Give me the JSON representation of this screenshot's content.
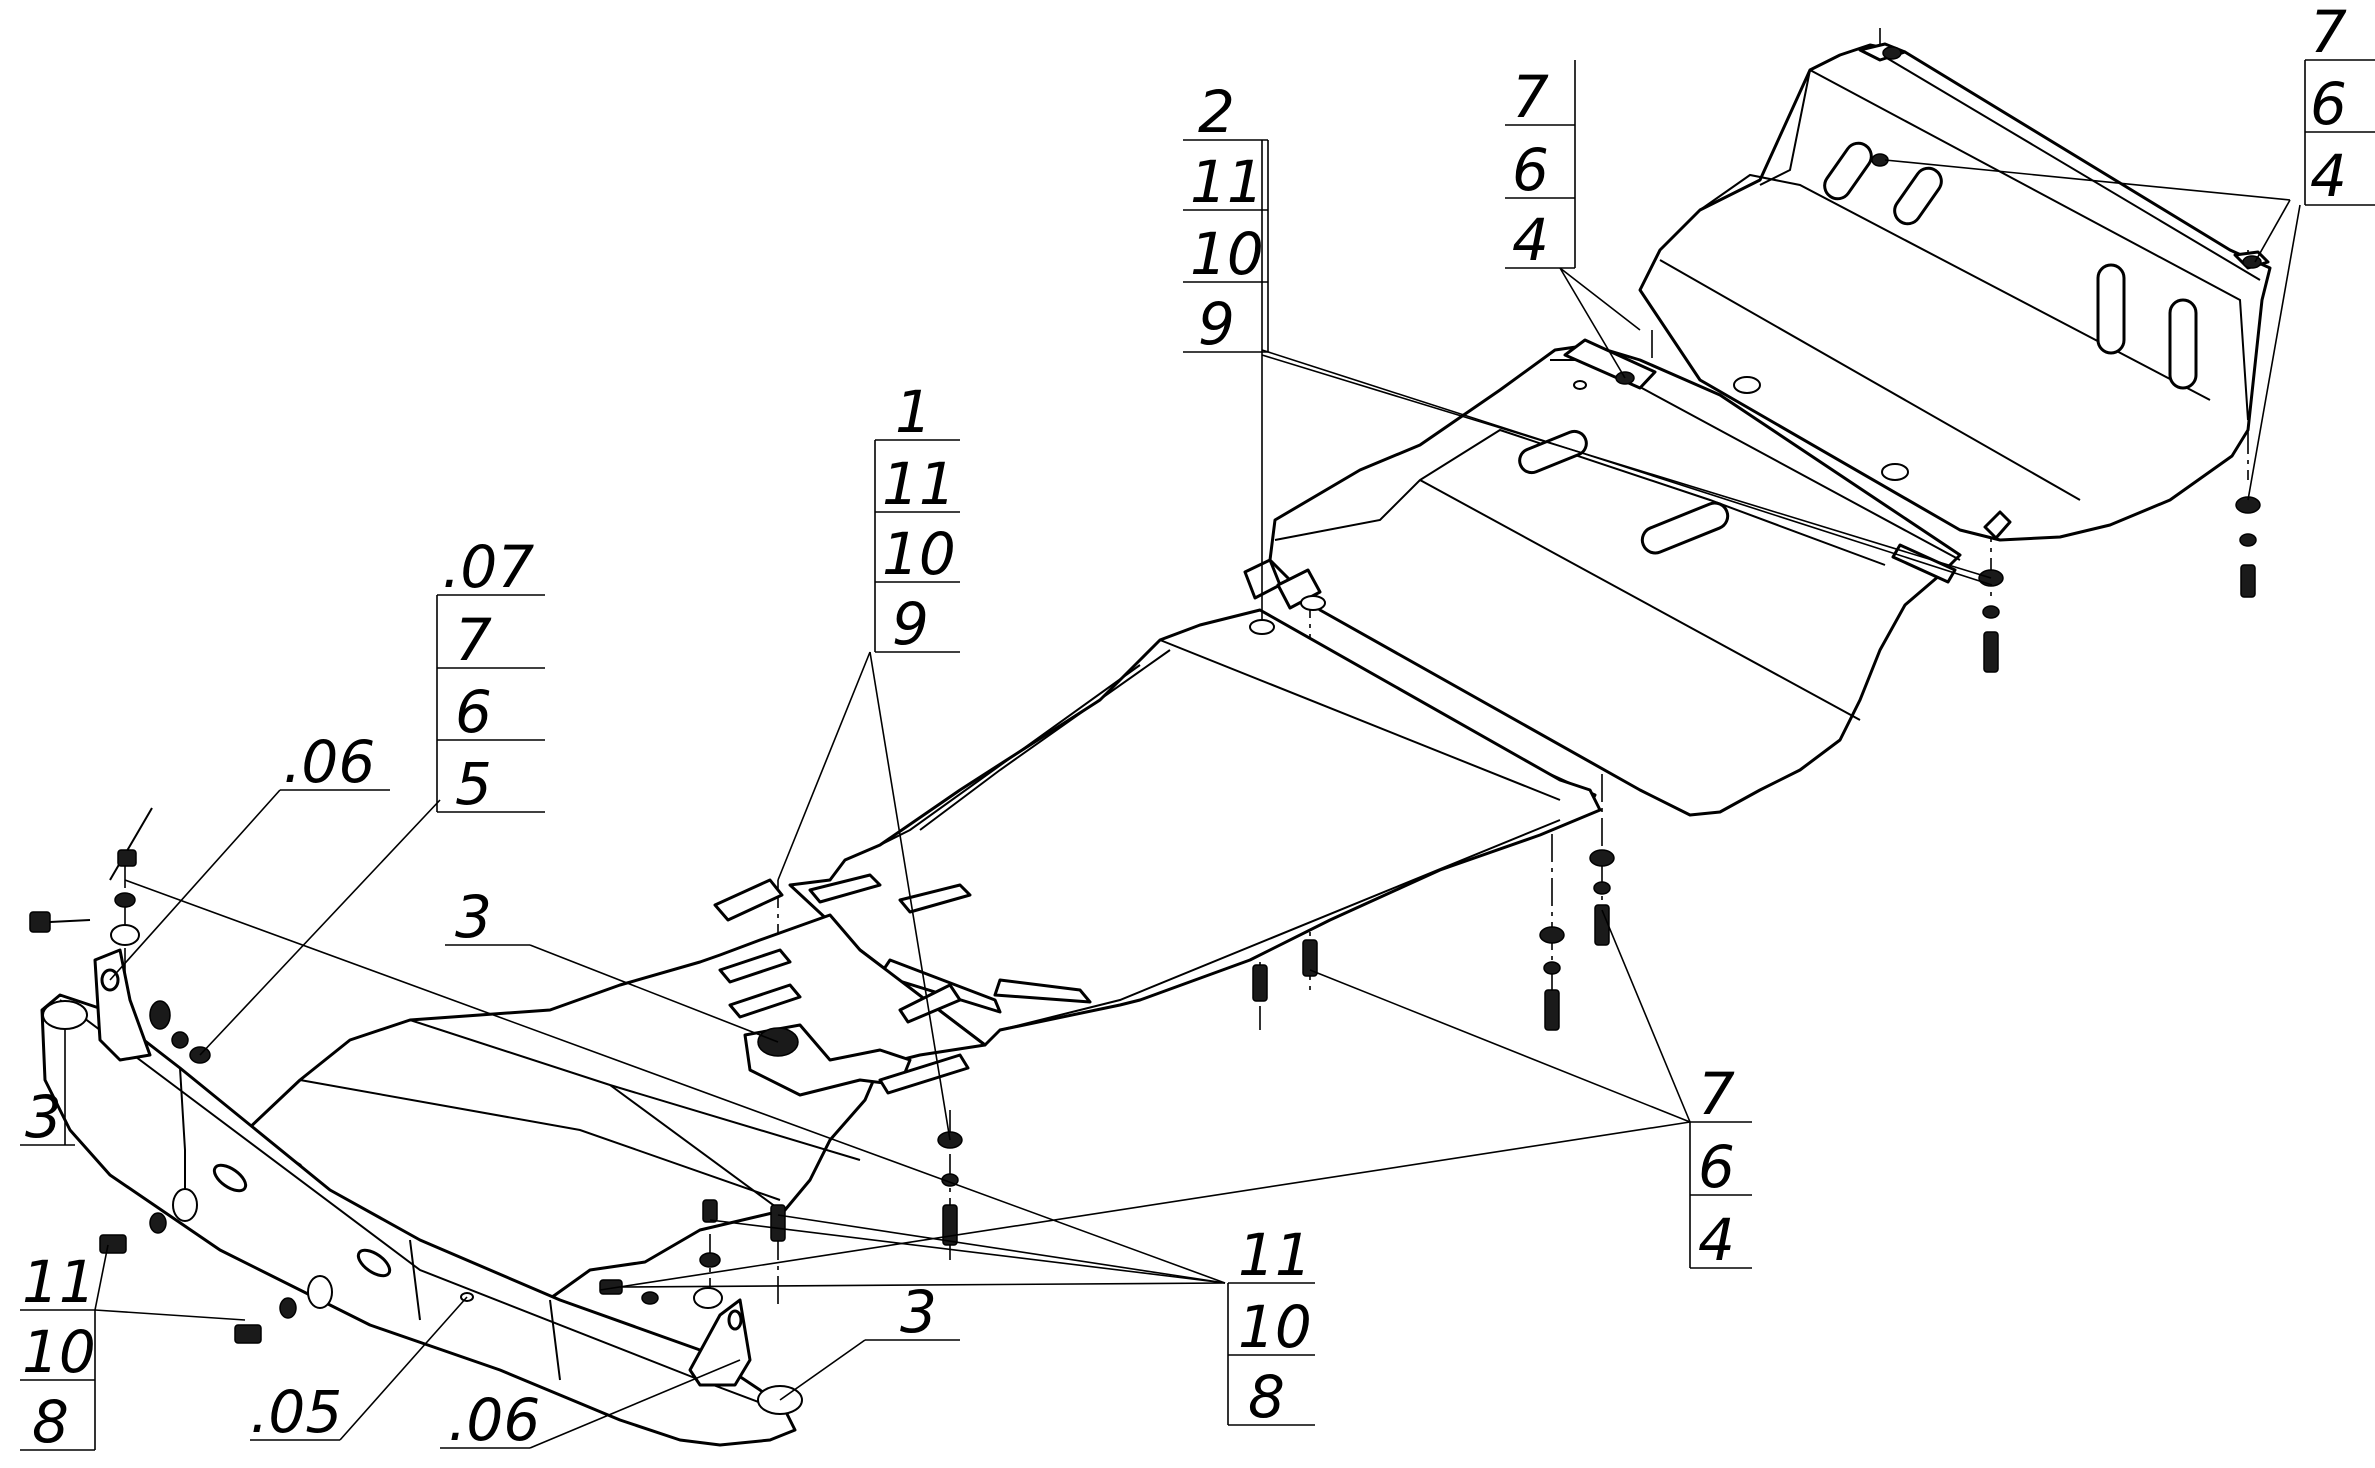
{
  "callouts": [
    {
      "id": "c-top-right",
      "lines": [
        "7",
        "6",
        "4"
      ]
    },
    {
      "id": "c-upper-mid",
      "lines": [
        "7",
        "6",
        "4"
      ]
    },
    {
      "id": "c-center-top",
      "lines": [
        "2",
        "11",
        "10",
        "9"
      ]
    },
    {
      "id": "c-center",
      "lines": [
        "1",
        "11",
        "10",
        "9"
      ]
    },
    {
      "id": "c-left-stack",
      "lines": [
        ".07",
        "7",
        "6",
        "5"
      ]
    },
    {
      "id": "c-left-06",
      "lines": [
        ".06"
      ]
    },
    {
      "id": "c-left-3",
      "lines": [
        "3"
      ]
    },
    {
      "id": "c-mid-3",
      "lines": [
        "3"
      ]
    },
    {
      "id": "c-right-mid",
      "lines": [
        "7",
        "6",
        "4"
      ]
    },
    {
      "id": "c-bottom-mid",
      "lines": [
        "11",
        "10",
        "8"
      ]
    },
    {
      "id": "c-bottom-left",
      "lines": [
        "11",
        "10",
        "8"
      ]
    },
    {
      "id": "c-bottom-3",
      "lines": [
        "3"
      ]
    },
    {
      "id": "c-bottom-05",
      "lines": [
        ".05"
      ]
    },
    {
      "id": "c-bottom-06",
      "lines": [
        ".06"
      ]
    }
  ],
  "colors": {
    "ink": "#000000",
    "paper": "#ffffff",
    "hardware": "#1a1a1a"
  }
}
